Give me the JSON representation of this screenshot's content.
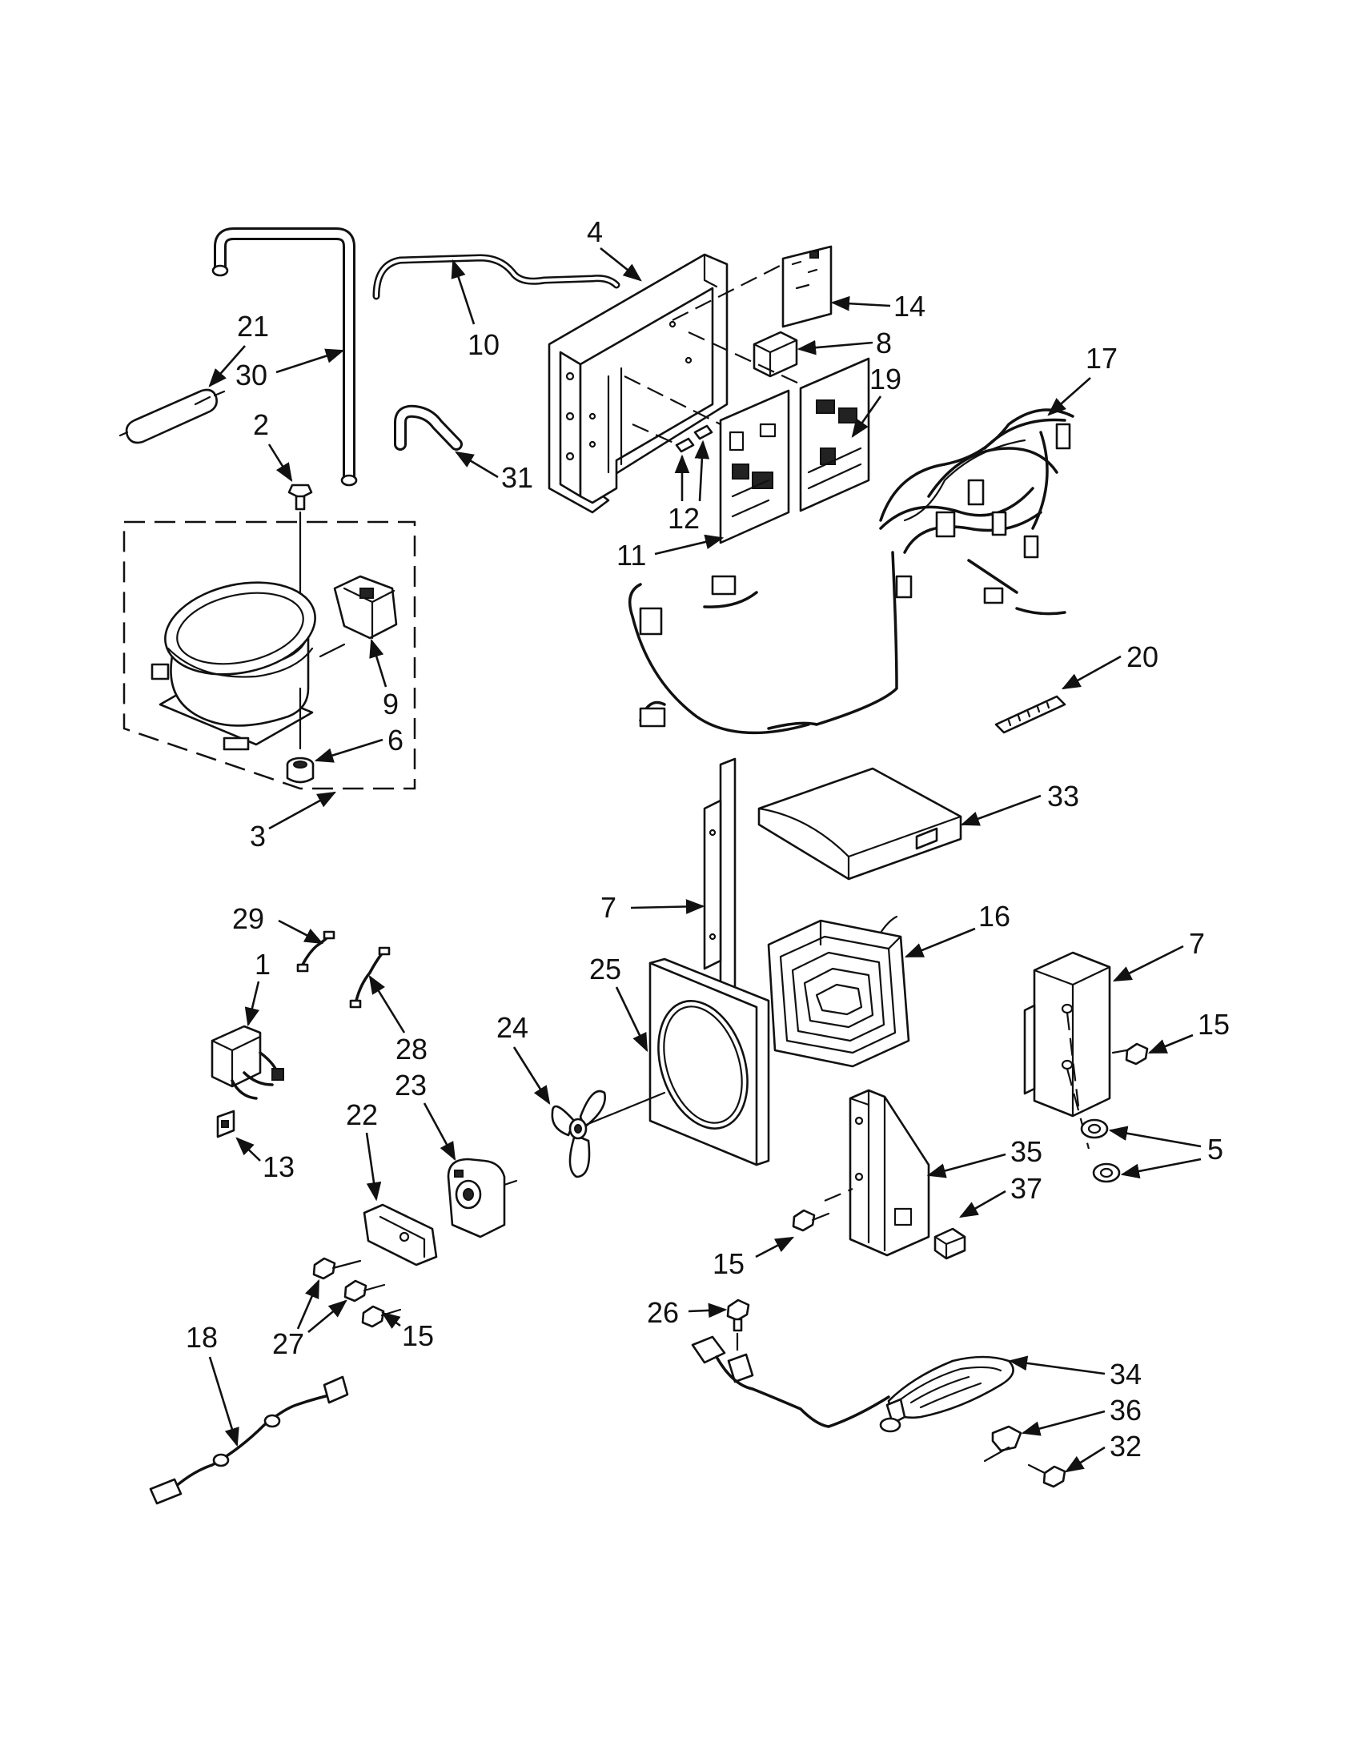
{
  "callouts": [
    {
      "id": "c1",
      "label": "1"
    },
    {
      "id": "c2",
      "label": "2"
    },
    {
      "id": "c3",
      "label": "3"
    },
    {
      "id": "c4",
      "label": "4"
    },
    {
      "id": "c5",
      "label": "5"
    },
    {
      "id": "c6",
      "label": "6"
    },
    {
      "id": "c7a",
      "label": "7"
    },
    {
      "id": "c7b",
      "label": "7"
    },
    {
      "id": "c8",
      "label": "8"
    },
    {
      "id": "c9",
      "label": "9"
    },
    {
      "id": "c10",
      "label": "10"
    },
    {
      "id": "c11",
      "label": "11"
    },
    {
      "id": "c12",
      "label": "12"
    },
    {
      "id": "c13",
      "label": "13"
    },
    {
      "id": "c14",
      "label": "14"
    },
    {
      "id": "c15a",
      "label": "15"
    },
    {
      "id": "c15b",
      "label": "15"
    },
    {
      "id": "c15c",
      "label": "15"
    },
    {
      "id": "c16",
      "label": "16"
    },
    {
      "id": "c17",
      "label": "17"
    },
    {
      "id": "c18",
      "label": "18"
    },
    {
      "id": "c19",
      "label": "19"
    },
    {
      "id": "c20",
      "label": "20"
    },
    {
      "id": "c21",
      "label": "21"
    },
    {
      "id": "c22",
      "label": "22"
    },
    {
      "id": "c23",
      "label": "23"
    },
    {
      "id": "c24",
      "label": "24"
    },
    {
      "id": "c25",
      "label": "25"
    },
    {
      "id": "c26",
      "label": "26"
    },
    {
      "id": "c27",
      "label": "27"
    },
    {
      "id": "c28",
      "label": "28"
    },
    {
      "id": "c29",
      "label": "29"
    },
    {
      "id": "c30",
      "label": "30"
    },
    {
      "id": "c31",
      "label": "31"
    },
    {
      "id": "c32",
      "label": "32"
    },
    {
      "id": "c33",
      "label": "33"
    },
    {
      "id": "c34",
      "label": "34"
    },
    {
      "id": "c35",
      "label": "35"
    },
    {
      "id": "c36",
      "label": "36"
    },
    {
      "id": "c37",
      "label": "37"
    }
  ]
}
